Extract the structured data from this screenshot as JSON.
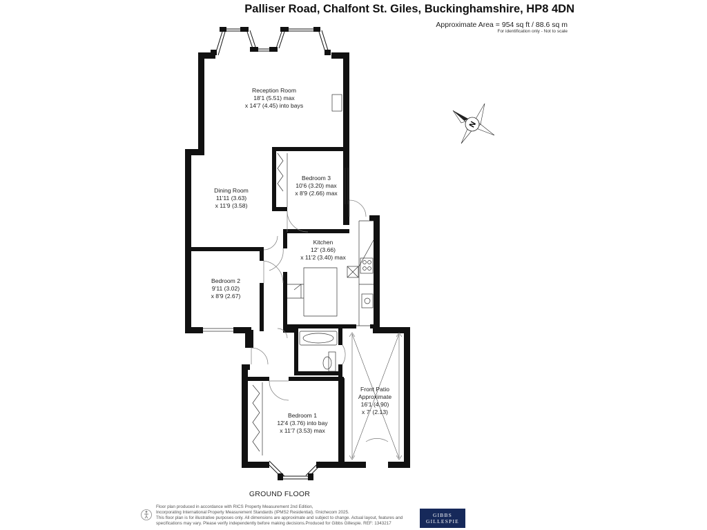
{
  "header": {
    "address": "Palliser Road, Chalfont St. Giles, Buckinghamshire, HP8 4DN",
    "area": "Approximate Area = 954 sq ft / 88.6 sq m",
    "scale_note": "For identification only - Not to scale"
  },
  "floor_label": "GROUND FLOOR",
  "rooms": {
    "reception": [
      "Reception Room",
      "18'1 (5.51) max",
      "x 14'7 (4.45) into bays"
    ],
    "dining": [
      "Dining Room",
      "11'11 (3.63)",
      "x 11'9 (3.58)"
    ],
    "bedroom3": [
      "Bedroom 3",
      "10'6 (3.20) max",
      "x 8'9 (2.66) max"
    ],
    "kitchen": [
      "Kitchen",
      "12' (3.66)",
      "x 11'2 (3.40) max"
    ],
    "bedroom2": [
      "Bedroom 2",
      "9'11 (3.02)",
      "x 8'9 (2.67)"
    ],
    "patio": [
      "Front Patio",
      "Approximate",
      "16'1 (4.90)",
      "x 7' (2.13)"
    ],
    "bedroom1": [
      "Bedroom 1",
      "12'4 (3.76) into bay",
      "x 11'7 (3.53) max"
    ]
  },
  "compass": {
    "letter": "N",
    "icon": "north-arrow-icon"
  },
  "footer": {
    "lines": [
      "Floor plan produced in accordance with RICS Property Measurement 2nd Edition,",
      "Incorporating International Property Measurement Standards (IPMS2 Residential).  ©nichecom 2025.",
      "This floor plan is for illustrative purposes only. All dimensions are approximate and subject to change. Actual layout, features and",
      "specifications may vary. Please verify independently before making decisions.Produced for Gibbs Gillespie.   REF: 1343217"
    ],
    "accessibility_icon": "accessibility-icon"
  },
  "logo": {
    "line1": "GIBBS",
    "line2": "GILLESPIE"
  }
}
